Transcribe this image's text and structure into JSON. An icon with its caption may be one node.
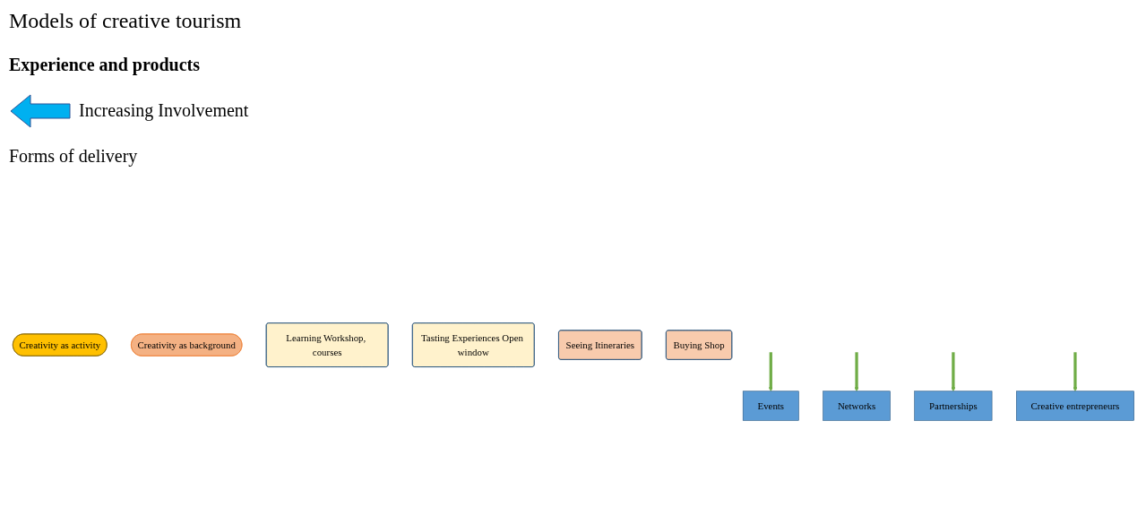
{
  "diagram": {
    "title": "Models of creative tourism",
    "nodes": [
      {
        "text": [
          "Creativity as activity"
        ]
      },
      {
        "text": [
          "Creativity as background"
        ]
      },
      {
        "text": [
          "Learning Workshop, courses"
        ]
      },
      {
        "text": [
          "Tasting Experiences Open window"
        ]
      },
      {
        "text": [
          "Seeing Itineraries"
        ]
      },
      {
        "text": [
          "Buying Shop"
        ]
      },
      {
        "text": [
          "Events"
        ]
      },
      {
        "text": [
          "Networks"
        ]
      },
      {
        "text": [
          "Partnerships"
        ]
      },
      {
        "text": [
          "Creative entrepreneurs"
        ]
      }
    ],
    "edges": [
      {
        "from": null,
        "to": 6,
        "arrow": "to"
      },
      {
        "from": null,
        "to": 7,
        "arrow": "to"
      },
      {
        "from": null,
        "to": 8,
        "arrow": "to"
      },
      {
        "from": null,
        "to": 9,
        "arrow": "to"
      }
    ],
    "labels": [
      "Experience and products",
      "Increasing Involvement",
      "Forms of delivery"
    ]
  }
}
